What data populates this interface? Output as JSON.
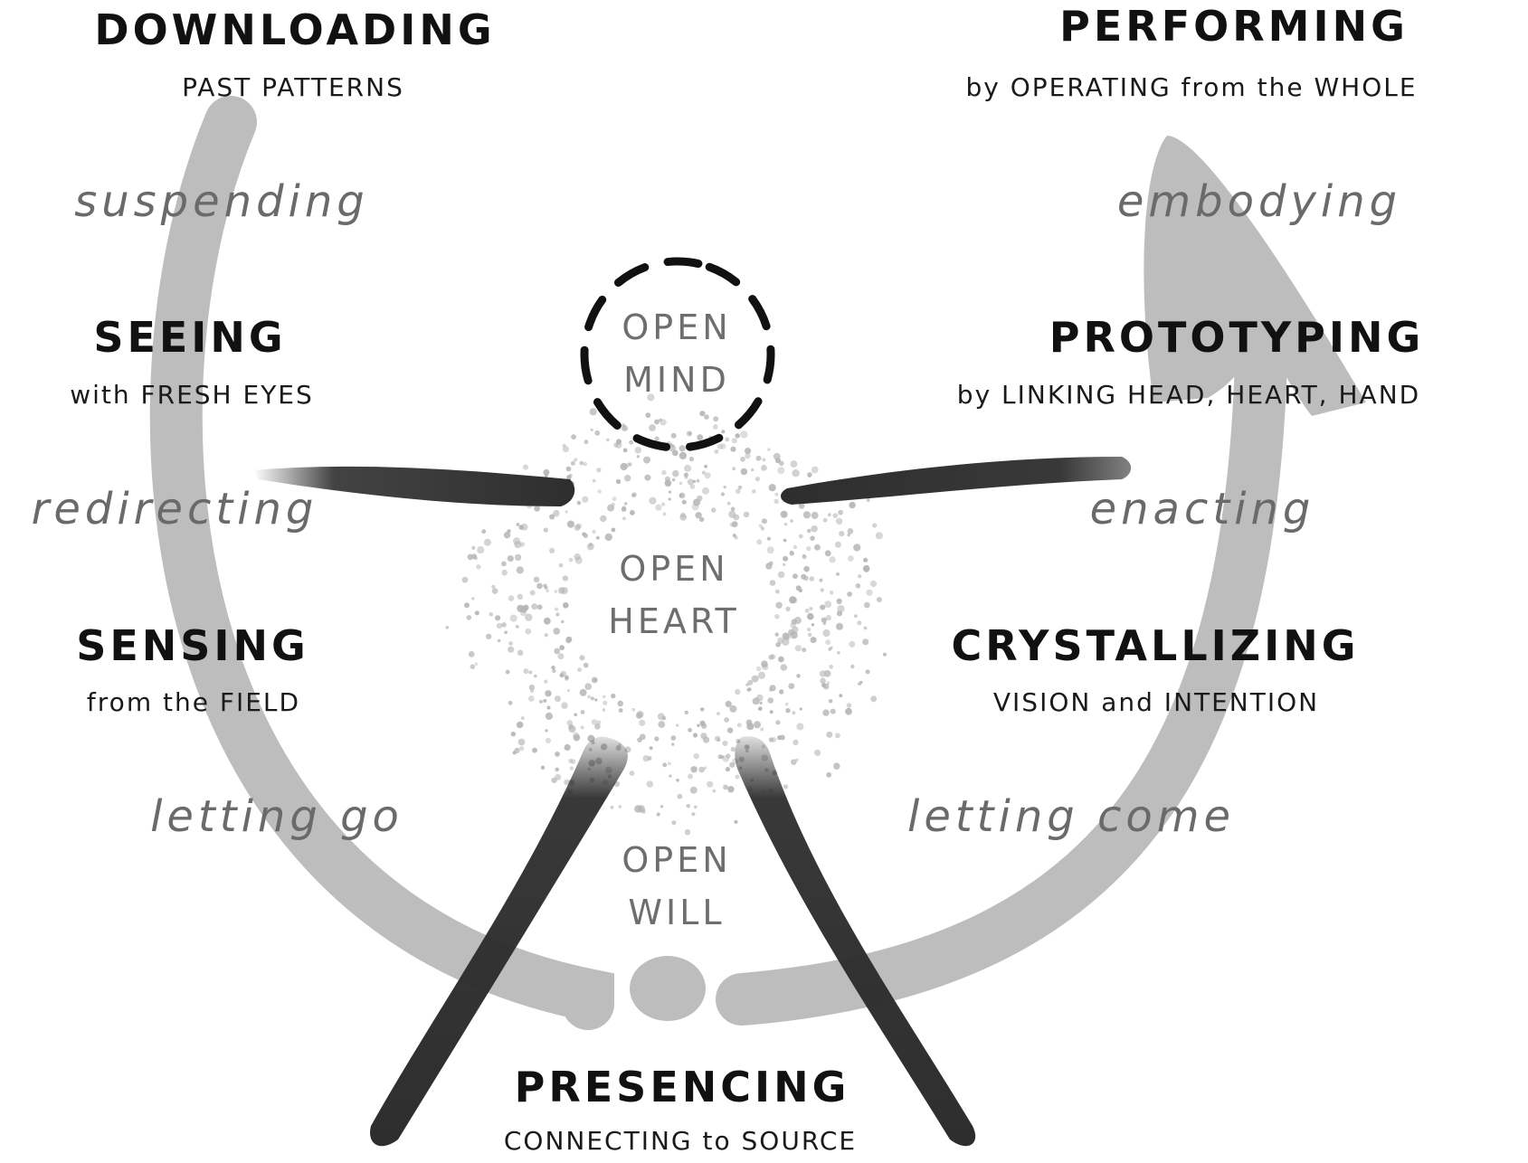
{
  "colors": {
    "arc": "#bdbdbd",
    "limbs": "#2e2e2e",
    "verbs": "#6a6a6a",
    "titles": "#111111",
    "dots": "#b5b5b5"
  },
  "left_path": {
    "downloading": {
      "title": "DOWNLOADING",
      "subtitle": "PAST PATTERNS"
    },
    "suspending": "suspending",
    "seeing": {
      "title": "SEEING",
      "subtitle": "with FRESH EYES"
    },
    "redirecting": "redirecting",
    "sensing": {
      "title": "SENSING",
      "subtitle": "from the FIELD"
    },
    "letting_go": "letting go"
  },
  "right_path": {
    "performing": {
      "title": "PERFORMING",
      "subtitle": "by OPERATING from the WHOLE"
    },
    "embodying": "embodying",
    "prototyping": {
      "title": "PROTOTYPING",
      "subtitle": "by LINKING HEAD, HEART, HAND"
    },
    "enacting": "enacting",
    "crystallizing": {
      "title": "CRYSTALLIZING",
      "subtitle": "VISION and INTENTION"
    },
    "letting_come": "letting come"
  },
  "bottom": {
    "presencing": {
      "title": "PRESENCING",
      "subtitle": "CONNECTING to SOURCE"
    }
  },
  "center": {
    "mind": {
      "line1": "OPEN",
      "line2": "MIND"
    },
    "heart": {
      "line1": "OPEN",
      "line2": "HEART"
    },
    "will": {
      "line1": "OPEN",
      "line2": "WILL"
    }
  }
}
